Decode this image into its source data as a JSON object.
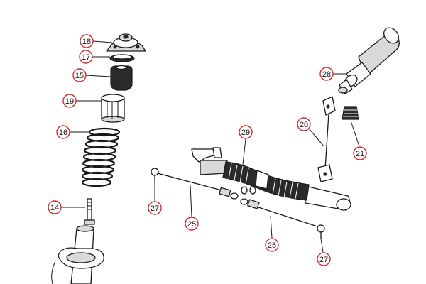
{
  "colors": {
    "callout_ring": "#d62b2b",
    "line": "#1a1a1a",
    "shade": "#d9d9d9",
    "background": "#ffffff"
  },
  "callouts": {
    "c18": "18",
    "c17": "17",
    "c15": "15",
    "c19": "19",
    "c16": "16",
    "c14": "14",
    "c28": "28",
    "c20": "20",
    "c21": "21",
    "c29": "29",
    "c27a": "27",
    "c25a": "25",
    "c25b": "25",
    "c27b": "27"
  }
}
